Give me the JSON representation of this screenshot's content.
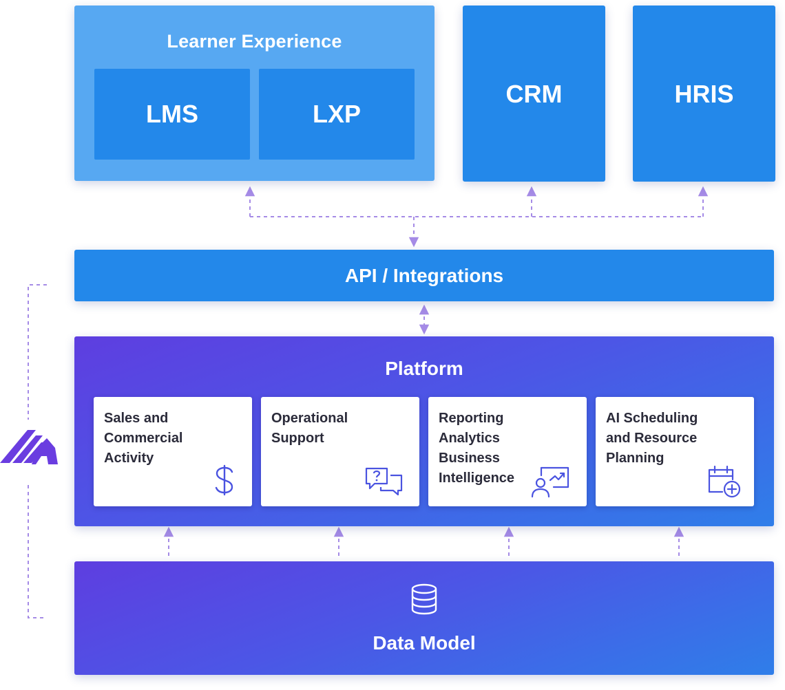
{
  "learner_experience": {
    "title": "Learner Experience",
    "items": [
      "LMS",
      "LXP"
    ]
  },
  "systems": {
    "crm": "CRM",
    "hris": "HRIS"
  },
  "api": {
    "label": "API / Integrations"
  },
  "platform": {
    "title": "Platform",
    "cards": [
      {
        "label": "Sales and\nCommercial\nActivity",
        "icon": "dollar-icon"
      },
      {
        "label": "Operational\nSupport",
        "icon": "chat-question-icon"
      },
      {
        "label": "Reporting\nAnalytics\nBusiness\nIntelligence",
        "icon": "presentation-analytics-icon"
      },
      {
        "label": "AI Scheduling\nand Resource\nPlanning",
        "icon": "calendar-add-icon"
      }
    ]
  },
  "data_model": {
    "label": "Data Model",
    "icon": "database-icon"
  },
  "colors": {
    "light_blue": "#57a8f2",
    "blue": "#2388ea",
    "purple_start": "#5e3ee0",
    "blue_end": "#2f7ee9",
    "icon": "#4a53e0",
    "connector": "#a58be6"
  }
}
